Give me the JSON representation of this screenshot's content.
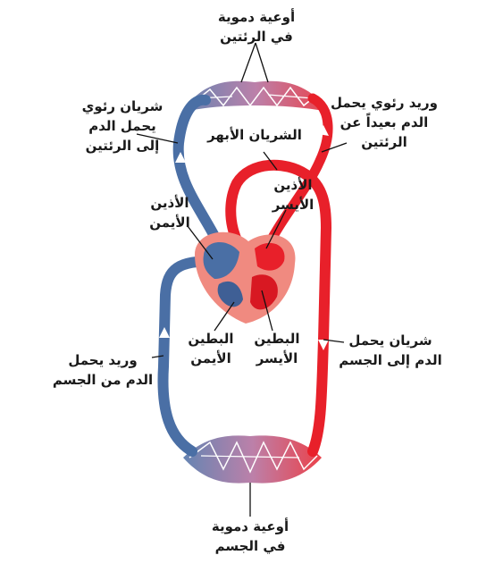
{
  "labels": {
    "lung_capillaries": [
      "أوعية دموية",
      "في الرئتين"
    ],
    "body_capillaries": [
      "أوعية دموية",
      "في الجسم"
    ],
    "pulmonary_artery": [
      "شريان رئوي",
      "يحمل الدم",
      "إلى الرئتين"
    ],
    "pulmonary_vein": [
      "وريد رئوي يحمل",
      "الدم بعيداً عن",
      "الرئتين"
    ],
    "aorta": [
      "الشريان الأبهر"
    ],
    "left_atrium": [
      "الأذين",
      "الأيسر"
    ],
    "right_atrium": [
      "الأذين",
      "الأيمن"
    ],
    "right_ventricle": [
      "البطين",
      "الأيمن"
    ],
    "left_ventricle": [
      "البطين",
      "الأيسر"
    ],
    "systemic_artery": [
      "شريان يحمل",
      "الدم إلى الجسم"
    ],
    "systemic_vein": [
      "وريد يحمل",
      "الدم من الجسم"
    ]
  },
  "colors": {
    "oxygenated": "#e8202a",
    "deoxygenated": "#4a6fa5",
    "heart_tissue": "#f08a80",
    "pointer": "#111111"
  }
}
